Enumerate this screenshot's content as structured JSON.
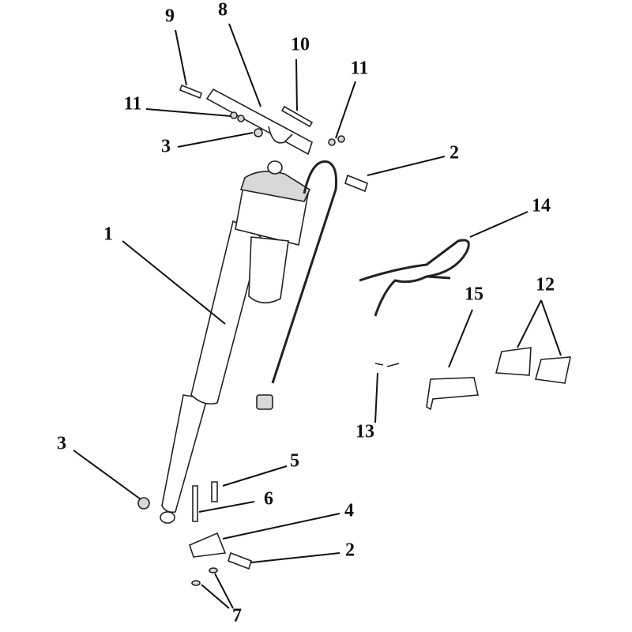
{
  "diagram": {
    "title": "Linear actuator exploded parts diagram",
    "labels": [
      "9",
      "8",
      "10",
      "11",
      "11",
      "3",
      "2",
      "14",
      "1",
      "15",
      "12",
      "13",
      "3",
      "5",
      "6",
      "4",
      "2",
      "7"
    ]
  }
}
